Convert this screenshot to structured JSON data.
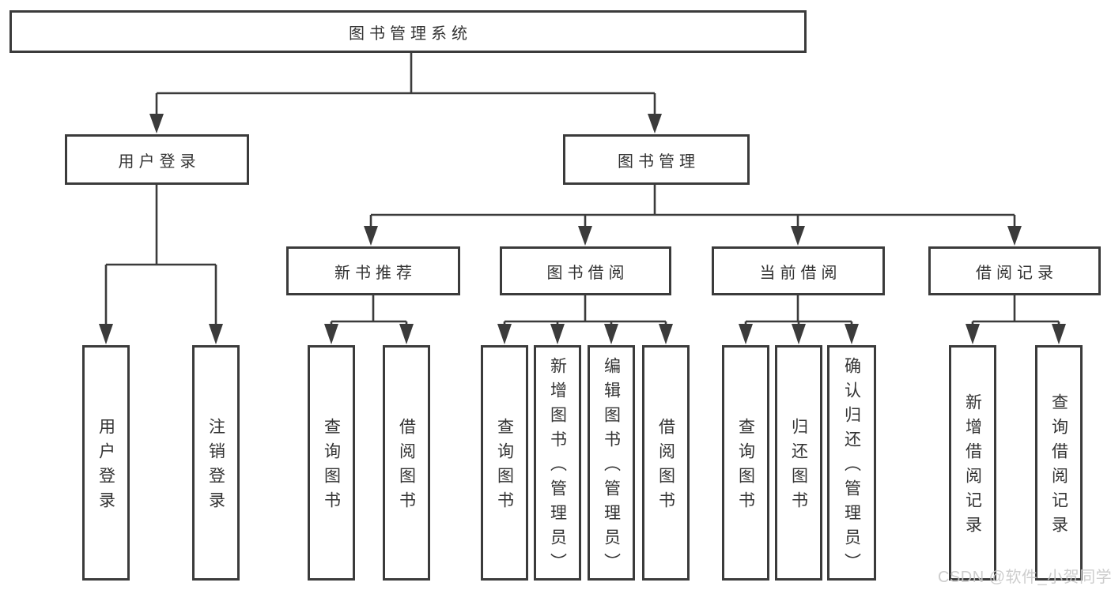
{
  "colors": {
    "line": "#3b3b3b",
    "box_border": "#3b3b3b",
    "text": "#333333",
    "background": "#ffffff",
    "watermark": "#c9c9c9"
  },
  "nodes": {
    "root": {
      "label": "图书管理系统"
    },
    "level2": [
      {
        "label": "用户登录"
      },
      {
        "label": "图书管理"
      }
    ],
    "level3": [
      {
        "label": "新书推荐"
      },
      {
        "label": "图书借阅"
      },
      {
        "label": "当前借阅"
      },
      {
        "label": "借阅记录"
      }
    ],
    "leaves": [
      {
        "label": "用户登录"
      },
      {
        "label": "注销登录"
      },
      {
        "label": "查询图书"
      },
      {
        "label": "借阅图书"
      },
      {
        "label": "查询图书"
      },
      {
        "label": "新增图书（管理员）"
      },
      {
        "label": "编辑图书（管理员）"
      },
      {
        "label": "借阅图书"
      },
      {
        "label": "查询图书"
      },
      {
        "label": "归还图书"
      },
      {
        "label": "确认归还（管理员）"
      },
      {
        "label": "新增借阅记录"
      },
      {
        "label": "查询借阅记录"
      }
    ]
  },
  "watermark": "CSDN @软件_小贺同学"
}
